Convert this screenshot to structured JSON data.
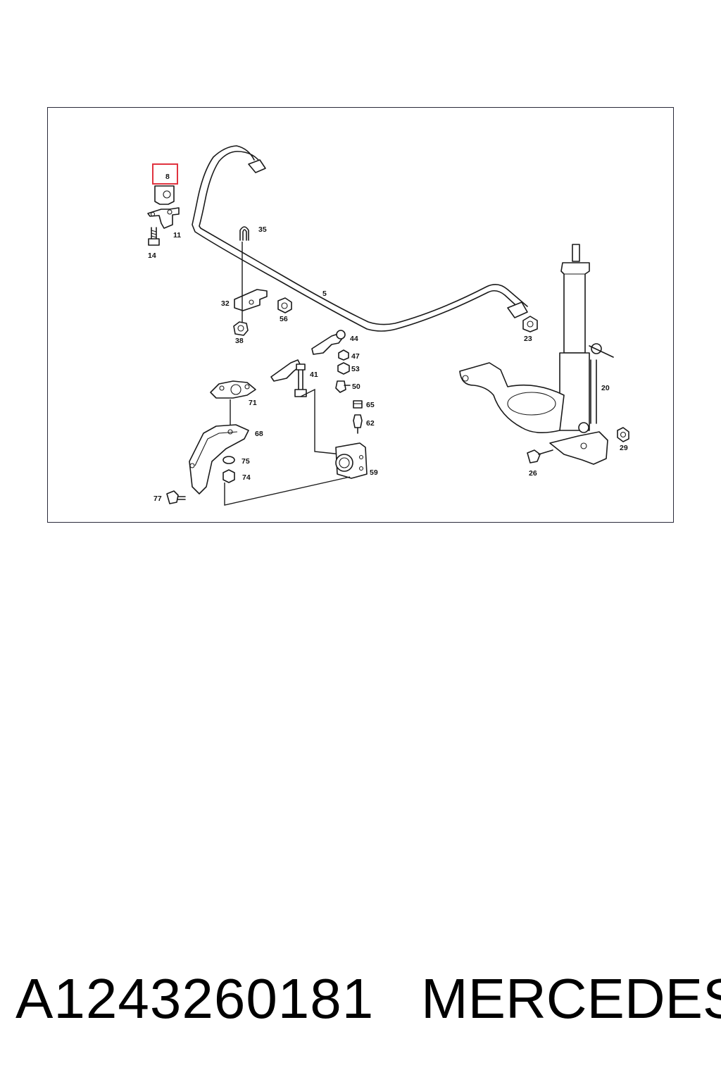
{
  "diagram": {
    "highlighted_part": "8",
    "highlight_color": "#e0333f",
    "callouts": {
      "p8": "8",
      "p11": "11",
      "p14": "14",
      "p35": "35",
      "p5": "5",
      "p32": "32",
      "p56": "56",
      "p38": "38",
      "p23": "23",
      "p44": "44",
      "p47": "47",
      "p53": "53",
      "p41": "41",
      "p50": "50",
      "p71": "71",
      "p65": "65",
      "p62": "62",
      "p68": "68",
      "p75": "75",
      "p74": "74",
      "p59": "59",
      "p77": "77",
      "p20": "20",
      "p29": "29",
      "p26": "26"
    }
  },
  "footer": {
    "part_number": "A1243260181",
    "brand": "MERCEDES"
  }
}
